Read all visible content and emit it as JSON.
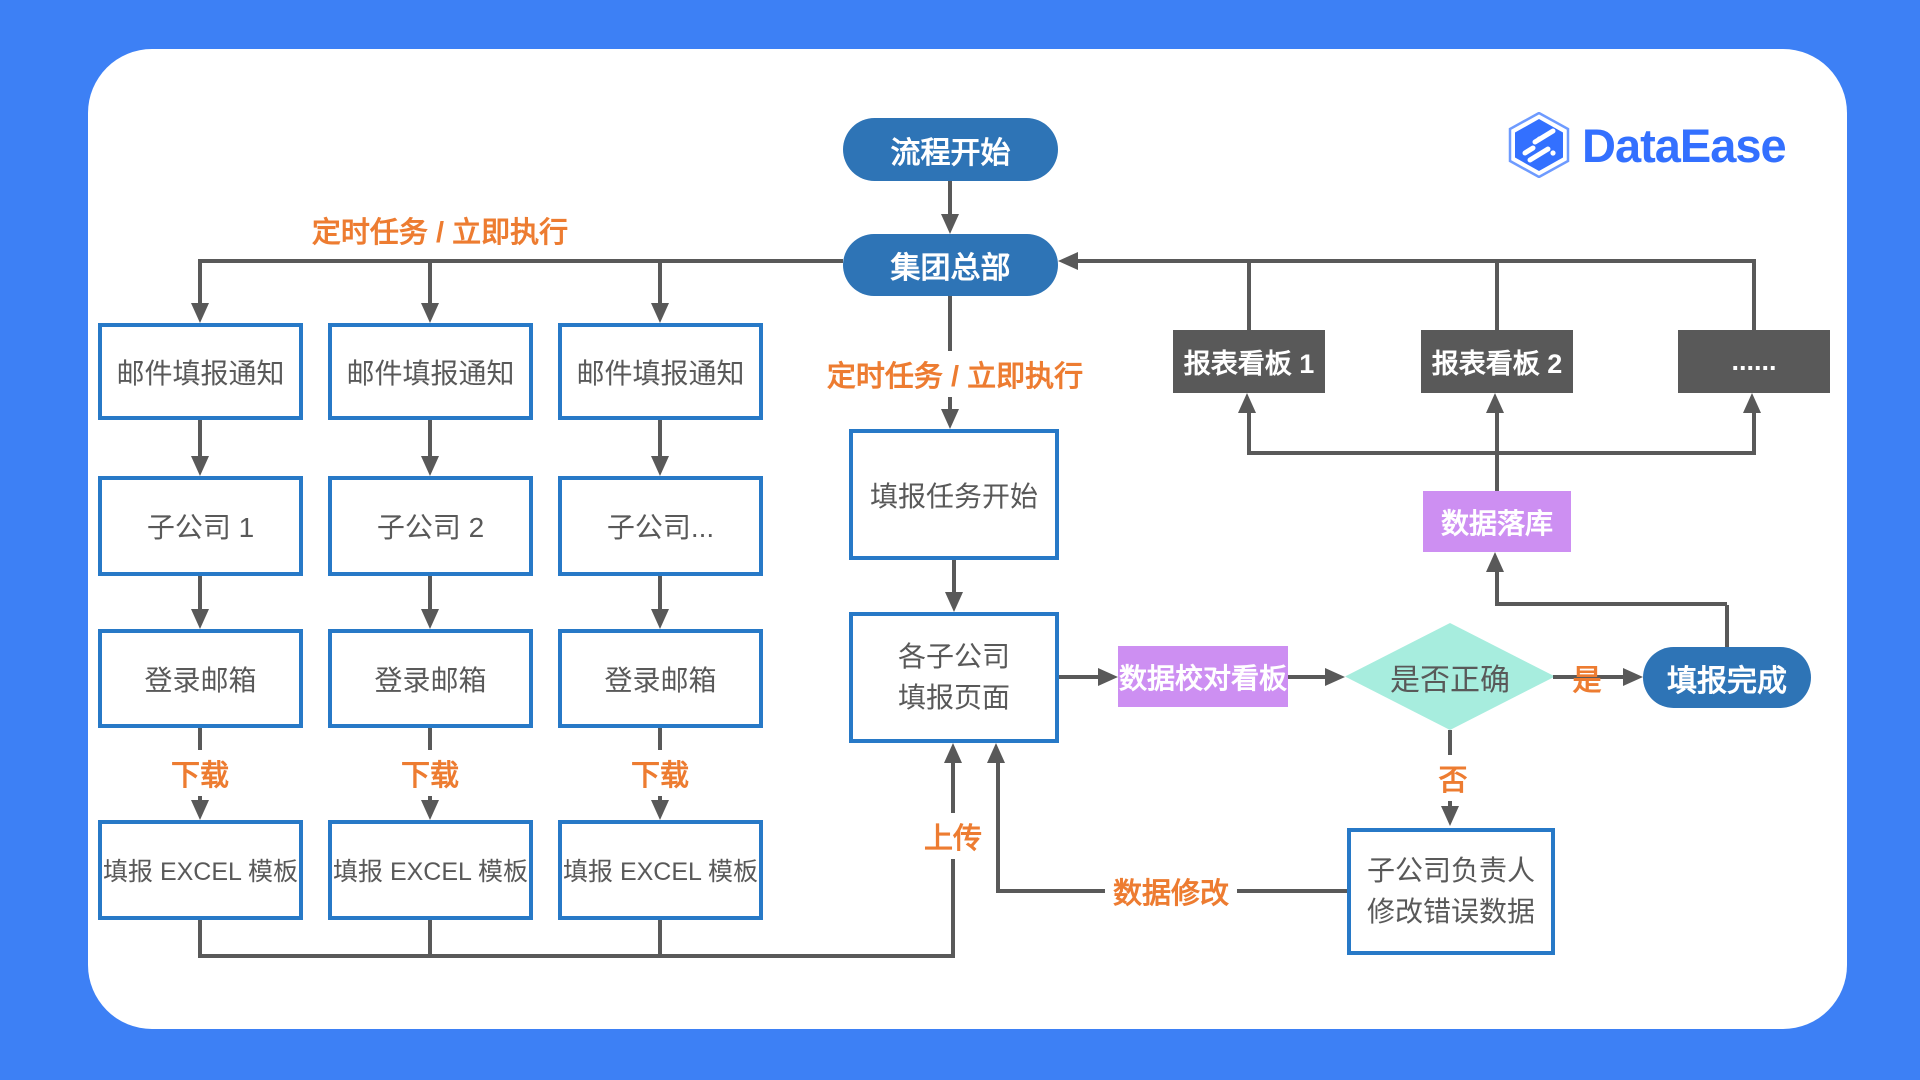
{
  "brand": {
    "name": "DataEase"
  },
  "colors": {
    "canvas_blue": "#3d80f5",
    "node_blue": "#2e74b6",
    "box_border_blue": "#2779c7",
    "line_gray": "#595959",
    "accent_orange": "#ed7c31",
    "purple": "#cd8ff2",
    "teal": "#a7edde",
    "dark_box_gray": "#595959",
    "brand_blue": "#3370ff"
  },
  "flow": {
    "start": "流程开始",
    "hq": "集团总部",
    "schedule_left": "定时任务 / 立即执行",
    "schedule_mid": "定时任务 / 立即执行",
    "columns": [
      {
        "notify": "邮件填报通知",
        "company": "子公司 1",
        "login": "登录邮箱",
        "download": "下载",
        "template": "填报 EXCEL 模板"
      },
      {
        "notify": "邮件填报通知",
        "company": "子公司 2",
        "login": "登录邮箱",
        "download": "下载",
        "template": "填报 EXCEL 模板"
      },
      {
        "notify": "邮件填报通知",
        "company": "子公司...",
        "login": "登录邮箱",
        "download": "下载",
        "template": "填报 EXCEL 模板"
      }
    ],
    "task_start": "填报任务开始",
    "fill_page": {
      "line1": "各子公司",
      "line2": "填报页面"
    },
    "upload": "上传",
    "proof_board": "数据校对看板",
    "decision": "是否正确",
    "yes": "是",
    "no": "否",
    "done": "填报完成",
    "db_store": "数据落库",
    "dashboards": [
      {
        "label": "报表看板 1"
      },
      {
        "label": "报表看板 2"
      },
      {
        "label": "......"
      }
    ],
    "fix": {
      "line1": "子公司负责人",
      "line2": "修改错误数据"
    },
    "modify": "数据修改"
  }
}
